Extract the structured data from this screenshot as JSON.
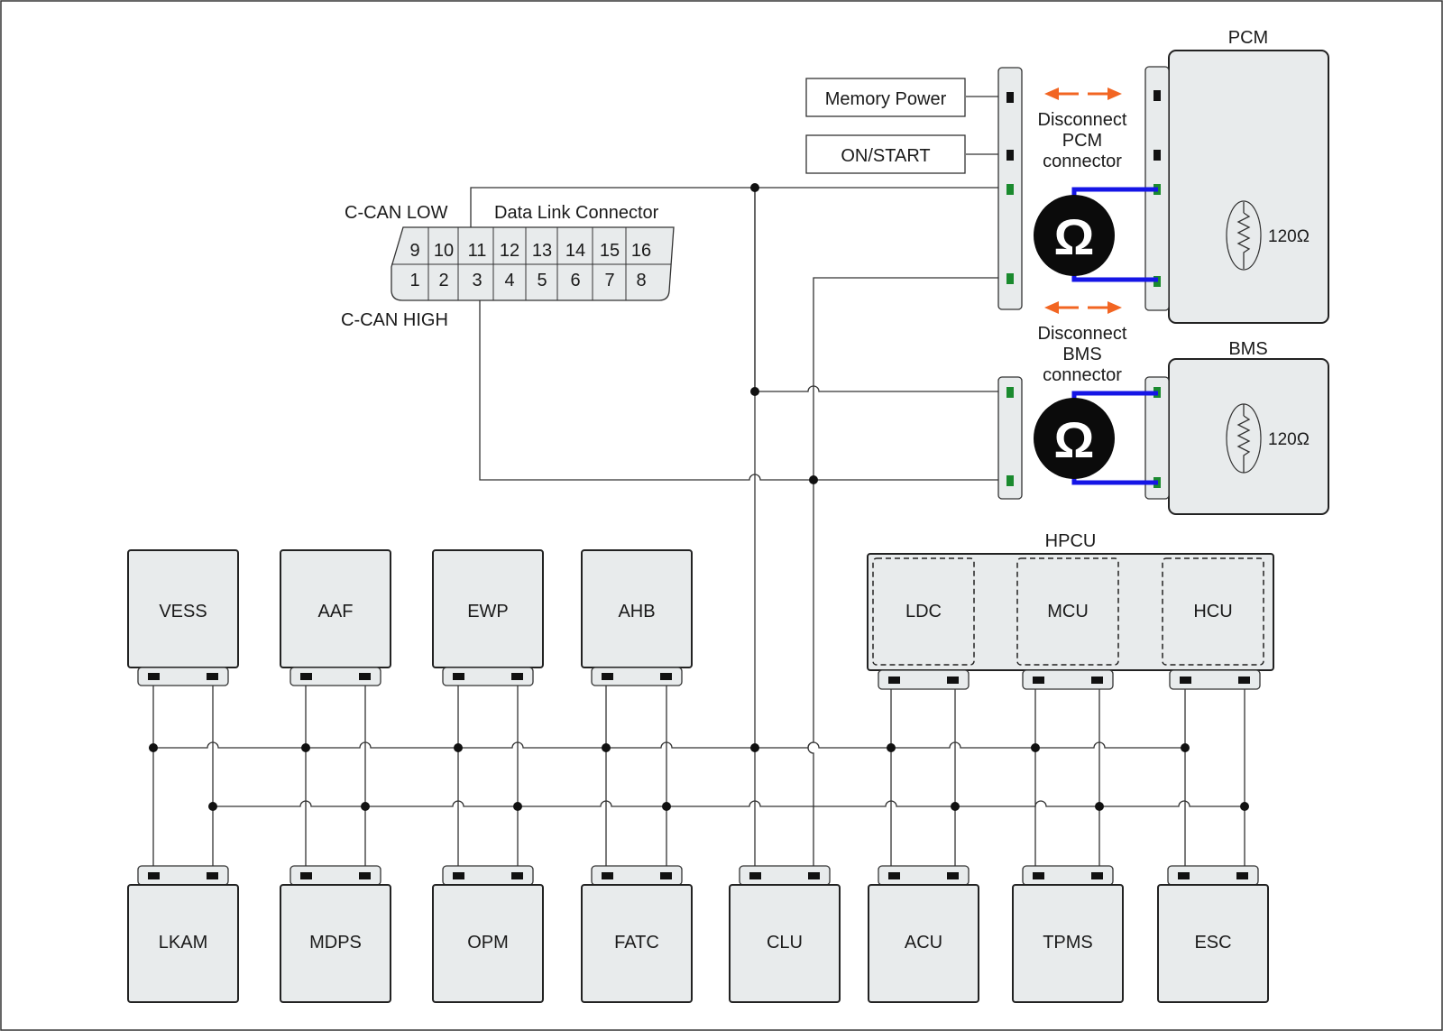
{
  "diagram": {
    "dlc": {
      "title": "Data Link Connector",
      "low_label": "C-CAN LOW",
      "high_label": "C-CAN HIGH",
      "top_pins": [
        "9",
        "10",
        "11",
        "12",
        "13",
        "14",
        "15",
        "16"
      ],
      "bottom_pins": [
        "1",
        "2",
        "3",
        "4",
        "5",
        "6",
        "7",
        "8"
      ]
    },
    "power": {
      "memory": "Memory Power",
      "on_start": "ON/START"
    },
    "pcm": {
      "label": "PCM",
      "resistor": "120Ω",
      "disconnect": [
        "Disconnect",
        "PCM",
        "connector"
      ]
    },
    "bms": {
      "label": "BMS",
      "resistor": "120Ω",
      "disconnect": [
        "Disconnect",
        "BMS",
        "connector"
      ]
    },
    "meter_symbol": "Ω",
    "hpcu": {
      "label": "HPCU",
      "subs": [
        "LDC",
        "MCU",
        "HCU"
      ]
    },
    "top_modules": [
      "VESS",
      "AAF",
      "EWP",
      "AHB"
    ],
    "bottom_modules": [
      "LKAM",
      "MDPS",
      "OPM",
      "FATC",
      "CLU",
      "ACU",
      "TPMS",
      "ESC"
    ],
    "colors": {
      "box_fill": "#e8ebec",
      "wire": "#333333",
      "probe": "#1515e6",
      "arrow": "#f26522",
      "pin_green": "#1a8a2e",
      "pin_black": "#111111"
    }
  }
}
